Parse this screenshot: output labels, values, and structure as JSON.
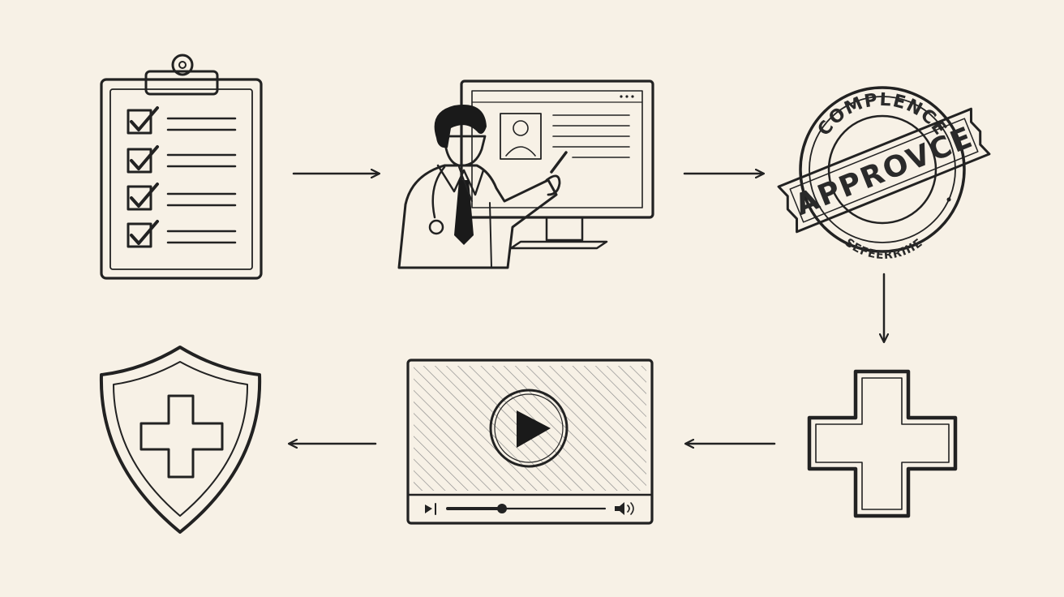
{
  "diagram": {
    "type": "process-flow",
    "background": "#f7f1e6",
    "ink_color": "#222222",
    "steps": [
      {
        "id": "checklist",
        "icon": "clipboard-checklist-icon"
      },
      {
        "id": "presentation",
        "icon": "doctor-presenting-monitor-icon"
      },
      {
        "id": "approval",
        "icon": "approved-stamp-icon"
      },
      {
        "id": "medical",
        "icon": "medical-cross-icon"
      },
      {
        "id": "video",
        "icon": "video-player-icon"
      },
      {
        "id": "protection",
        "icon": "shield-medical-cross-icon"
      }
    ],
    "stamp": {
      "top_text": "COMPLENCE",
      "banner_text": "APPROVCE",
      "bottom_text": "SEFEERRIIIE"
    }
  }
}
